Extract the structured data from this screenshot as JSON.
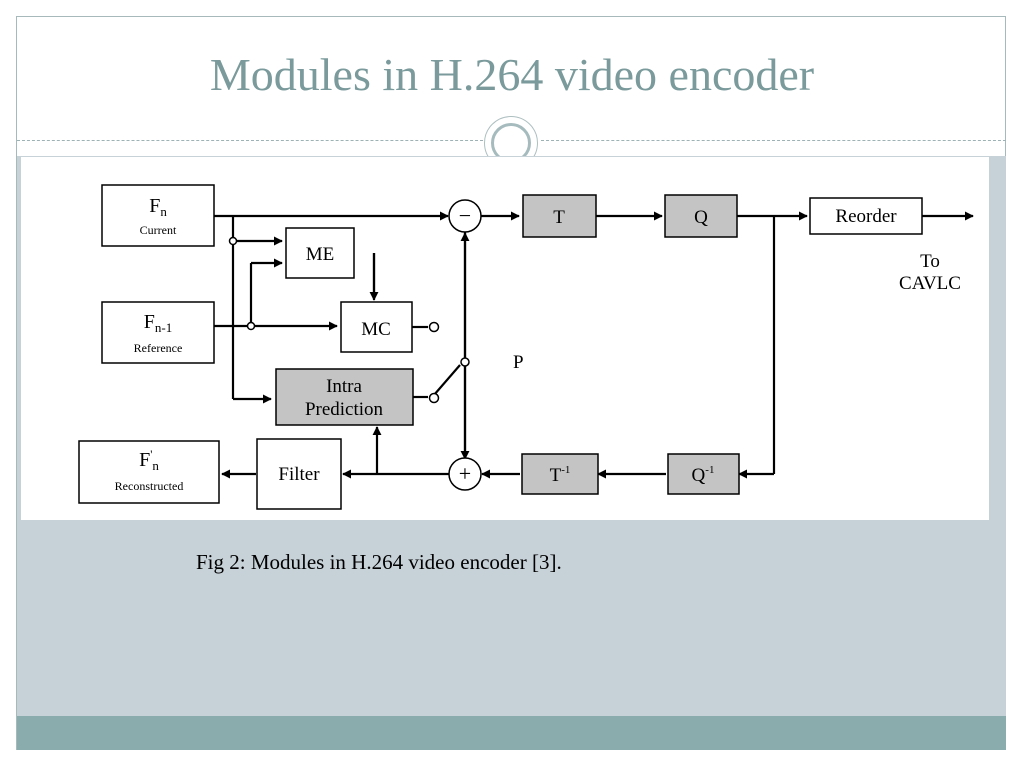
{
  "slide": {
    "title": "Modules in H.264 video encoder",
    "caption": "Fig 2: Modules in H.264 video encoder [3]."
  },
  "diagram": {
    "blocks": {
      "current": {
        "main": "F",
        "sub": "n",
        "label": "Current"
      },
      "reference": {
        "main": "F",
        "sub": "n-1",
        "label": "Reference"
      },
      "reconstructed": {
        "main": "F",
        "sup": "'",
        "sub": "n",
        "label": "Reconstructed"
      },
      "me": "ME",
      "mc": "MC",
      "intra_line1": "Intra",
      "intra_line2": "Prediction",
      "filter": "Filter",
      "t": "T",
      "q": "Q",
      "t_inv": "T",
      "t_inv_sup": "-1",
      "q_inv": "Q",
      "q_inv_sup": "-1",
      "reorder": "Reorder"
    },
    "labels": {
      "minus": "−",
      "plus": "+",
      "p": "P",
      "to": "To",
      "cavlc": "CAVLC"
    },
    "colors": {
      "title": "#7a9a9b",
      "content_bg": "#c6d1d8",
      "footer_band": "#8aacad",
      "grey_block": "#c4c4c4"
    }
  }
}
